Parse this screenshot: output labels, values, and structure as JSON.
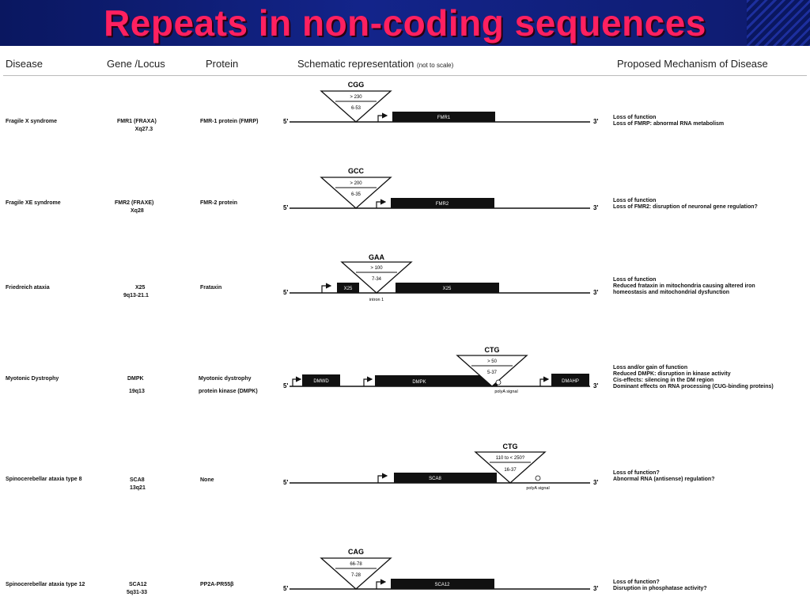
{
  "slide": {
    "title": "Repeats in non-coding sequences"
  },
  "table": {
    "headers": {
      "disease": "Disease",
      "gene": "Gene /Locus",
      "protein": "Protein",
      "schematic": "Schematic representation",
      "schematic_note": "(not to scale)",
      "mechanism": "Proposed Mechanism of Disease"
    },
    "rows": [
      {
        "disease": "Fragile X syndrome",
        "gene": "FMR1 (FRAXA)",
        "locus": "Xq27.3",
        "protein": "FMR-1 protein (FMRP)",
        "repeat": "CGG",
        "repeat_upper": "> 230",
        "repeat_lower": "6-53",
        "box_labels": [
          "FMR1"
        ],
        "end5": "5'",
        "end3": "3'",
        "mechanism": [
          "Loss of function",
          "Loss of FMRP: abnormal RNA metabolism"
        ]
      },
      {
        "disease": "Fragile XE syndrome",
        "gene": "FMR2 (FRAXE)",
        "locus": "Xq28",
        "protein": "FMR-2 protein",
        "repeat": "GCC",
        "repeat_upper": "> 200",
        "repeat_lower": "6-35",
        "box_labels": [
          "FMR2"
        ],
        "end5": "5'",
        "end3": "3'",
        "mechanism": [
          "Loss of function",
          "Loss of FMR2: disruption of neuronal gene regulation?"
        ]
      },
      {
        "disease": "Friedreich ataxia",
        "gene": "X25",
        "locus": "9q13-21.1",
        "protein": "Frataxin",
        "repeat": "GAA",
        "repeat_upper": "> 100",
        "repeat_lower": "7-34",
        "box_labels": [
          "X25",
          "X25"
        ],
        "sub_label": "intron 1",
        "end5": "5'",
        "end3": "3'",
        "mechanism": [
          "Loss of function",
          "Reduced frataxin in mitochondria causing altered iron",
          "homeostasis and mitochondrial dysfunction"
        ]
      },
      {
        "disease": "Myotonic Dystrophy",
        "gene": "DMPK",
        "locus": "19q13",
        "protein": "Myotonic dystrophy",
        "protein2": "protein kinase (DMPK)",
        "repeat": "CTG",
        "repeat_upper": "> 50",
        "repeat_lower": "5-37",
        "box_labels": [
          "DMWD",
          "DMPK",
          "DMAHP"
        ],
        "sub_label": "polyA signal",
        "end5": "5'",
        "end3": "3'",
        "mechanism": [
          "Loss and/or gain of function",
          "Reduced DMPK: disruption in kinase activity",
          "Cis-effects: silencing in the DM region",
          "Dominant effects on RNA processing (CUG-binding proteins)"
        ]
      },
      {
        "disease": "Spinocerebellar ataxia type 8",
        "gene": "SCA8",
        "locus": "13q21",
        "protein": "None",
        "repeat": "CTG",
        "repeat_upper": "110 to < 250?",
        "repeat_lower": "16-37",
        "box_labels": [
          "SCA8"
        ],
        "sub_label": "polyA signal",
        "end5": "5'",
        "end3": "3'",
        "mechanism": [
          "Loss of function?",
          "Abnormal RNA (antisense) regulation?"
        ]
      },
      {
        "disease": "Spinocerebellar ataxia type 12",
        "gene": "SCA12",
        "locus": "5q31-33",
        "protein": "PP2A-PR55β",
        "repeat": "CAG",
        "repeat_upper": "66-78",
        "repeat_lower": "7-28",
        "box_labels": [
          "SCA12"
        ],
        "end5": "5'",
        "end3": "3'",
        "mechanism": [
          "Loss of function?",
          "Disruption in phosphatase activity?"
        ]
      }
    ]
  }
}
